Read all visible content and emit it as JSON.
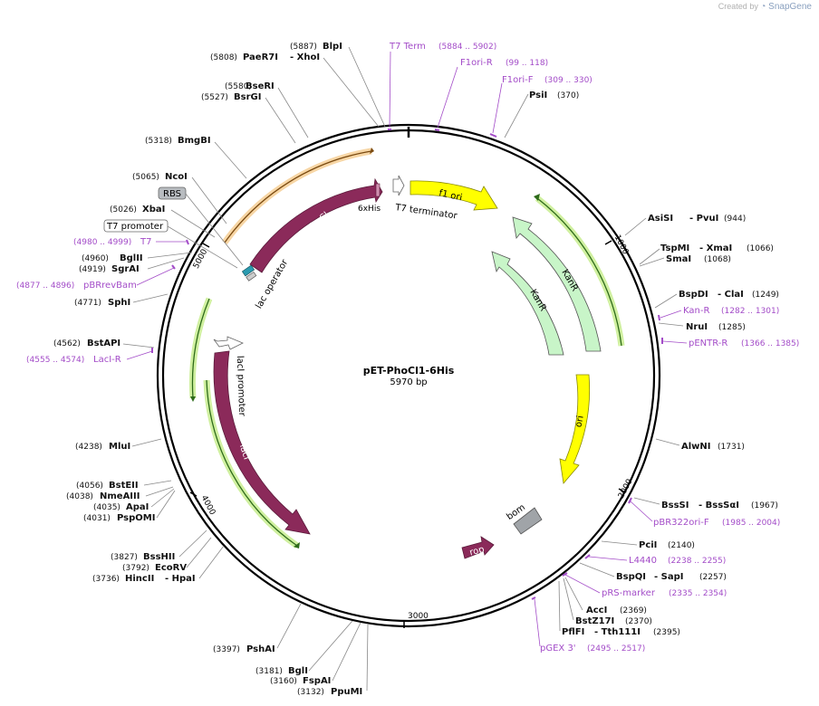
{
  "credit": {
    "prefix": "Created by",
    "brand": "SnapGene"
  },
  "plasmid": {
    "name": "pET-PhoCl1-6His",
    "size": "5970 bp"
  },
  "ticks": [
    "1000",
    "2000",
    "3000",
    "4000",
    "5000"
  ],
  "features": {
    "PhoCl": "PhoCl",
    "his": "6xHis",
    "t7term": "T7 terminator",
    "f1ori": "f1 ori",
    "kanr": "KanR",
    "kanr2": "KanR",
    "ori": "ori",
    "bom": "bom",
    "rop": "rop",
    "laci": "lacI",
    "laciprom": "lacI promoter",
    "lacop": "lac operator",
    "rbs": "RBS",
    "t7prom": "T7 promoter"
  },
  "sites": [
    {
      "pos": "(5887)",
      "name": "BlpI",
      "name2": ""
    },
    {
      "pos": "(5808)",
      "name": "PaeR7I",
      "name2": "- XhoI"
    },
    {
      "pos": "(5580)",
      "name": "BseRI",
      "name2": ""
    },
    {
      "pos": "(5527)",
      "name": "BsrGI",
      "name2": ""
    },
    {
      "pos": "(5318)",
      "name": "BmgBI",
      "name2": ""
    },
    {
      "pos": "(5065)",
      "name": "NcoI",
      "name2": ""
    },
    {
      "pos": "(5026)",
      "name": "XbaI",
      "name2": ""
    },
    {
      "pos": "(4960)",
      "name": "BglII",
      "name2": ""
    },
    {
      "pos": "(4919)",
      "name": "SgrAI",
      "name2": ""
    },
    {
      "pos": "(4771)",
      "name": "SphI",
      "name2": ""
    },
    {
      "pos": "(4562)",
      "name": "BstAPI",
      "name2": ""
    },
    {
      "pos": "(4238)",
      "name": "MluI",
      "name2": ""
    },
    {
      "pos": "(4056)",
      "name": "BstEII",
      "name2": ""
    },
    {
      "pos": "(4038)",
      "name": "NmeAIII",
      "name2": ""
    },
    {
      "pos": "(4035)",
      "name": "ApaI",
      "name2": ""
    },
    {
      "pos": "(4031)",
      "name": "PspOMI",
      "name2": ""
    },
    {
      "pos": "(3827)",
      "name": "BssHII",
      "name2": ""
    },
    {
      "pos": "(3792)",
      "name": "EcoRV",
      "name2": ""
    },
    {
      "pos": "(3736)",
      "name": "HincII",
      "name2": "- HpaI"
    },
    {
      "pos": "(3397)",
      "name": "PshAI",
      "name2": ""
    },
    {
      "pos": "(3181)",
      "name": "BglI",
      "name2": ""
    },
    {
      "pos": "(3160)",
      "name": "FspAI",
      "name2": ""
    },
    {
      "pos": "(3132)",
      "name": "PpuMI",
      "name2": ""
    },
    {
      "pos": "(370)",
      "name": "PsiI",
      "name2": ""
    },
    {
      "pos": "(944)",
      "name": "AsiSI",
      "name2": "- PvuI"
    },
    {
      "pos": "(1066)",
      "name": "TspMI",
      "name2": "- XmaI"
    },
    {
      "pos": "(1068)",
      "name": "SmaI",
      "name2": ""
    },
    {
      "pos": "(1249)",
      "name": "BspDI",
      "name2": "- ClaI"
    },
    {
      "pos": "(1285)",
      "name": "NruI",
      "name2": ""
    },
    {
      "pos": "(1731)",
      "name": "AlwNI",
      "name2": ""
    },
    {
      "pos": "(1967)",
      "name": "BssSI",
      "name2": "- BssSαI"
    },
    {
      "pos": "(2140)",
      "name": "PciI",
      "name2": ""
    },
    {
      "pos": "(2257)",
      "name": "BspQI",
      "name2": "- SapI"
    },
    {
      "pos": "(2369)",
      "name": "AccI",
      "name2": ""
    },
    {
      "pos": "(2370)",
      "name": "BstZ17I",
      "name2": ""
    },
    {
      "pos": "(2395)",
      "name": "PflFI",
      "name2": "- Tth111I"
    }
  ],
  "primers": [
    {
      "name": "T7 Term",
      "range": "(5884 .. 5902)"
    },
    {
      "name": "F1ori-R",
      "range": "(99 .. 118)"
    },
    {
      "name": "F1ori-F",
      "range": "(309 .. 330)"
    },
    {
      "name": "T7",
      "range": "(4980 .. 4999)"
    },
    {
      "name": "pBRrevBam",
      "range": "(4877 .. 4896)"
    },
    {
      "name": "LacI-R",
      "range": "(4555 .. 4574)"
    },
    {
      "name": "Kan-R",
      "range": "(1282 .. 1301)"
    },
    {
      "name": "pENTR-R",
      "range": "(1366 .. 1385)"
    },
    {
      "name": "pBR322ori-F",
      "range": "(1985 .. 2004)"
    },
    {
      "name": "L4440",
      "range": "(2238 .. 2255)"
    },
    {
      "name": "pRS-marker",
      "range": "(2335 .. 2354)"
    },
    {
      "name": "pGEX 3'",
      "range": "(2495 .. 2517)"
    }
  ],
  "colors": {
    "PhoCl": "#8b2a5a",
    "f1ori": "#ffff00",
    "kanr": "#c8f5c8",
    "ori": "#ffff00",
    "primer": "#a34cc8",
    "bom": "#a0a4a8"
  }
}
